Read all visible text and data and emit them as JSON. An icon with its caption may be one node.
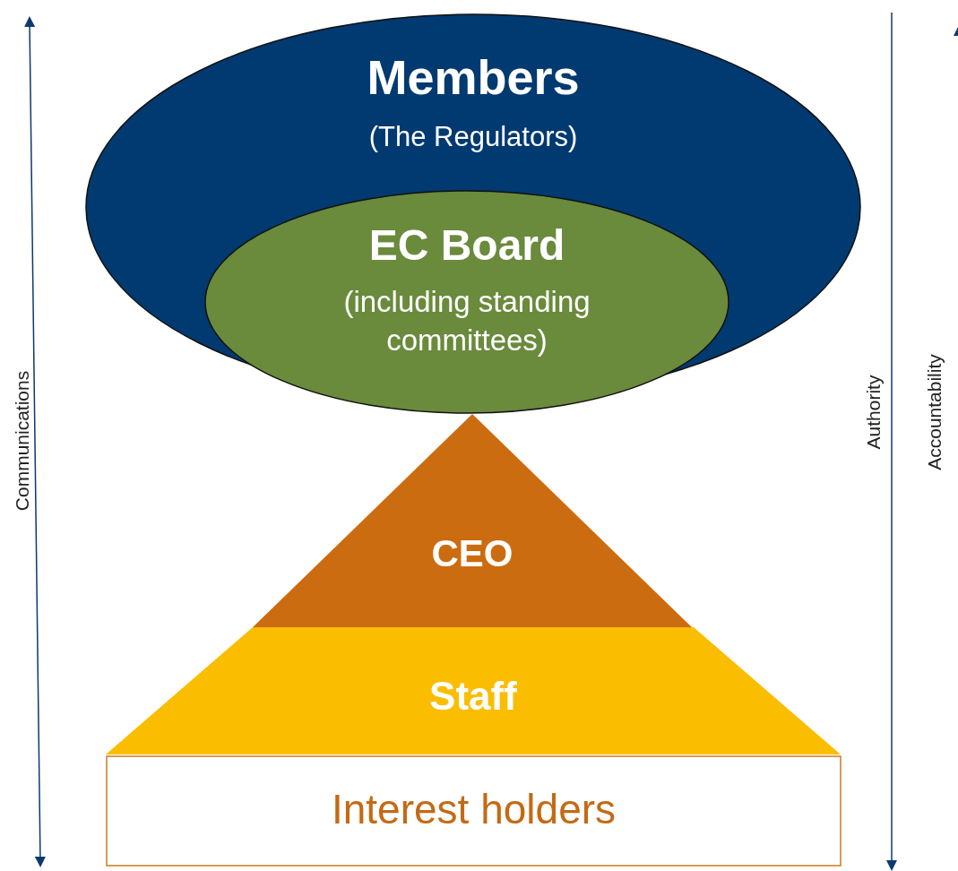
{
  "diagram": {
    "nodes": [
      {
        "text": [
          "Members",
          "(The Regulators)"
        ]
      },
      {
        "text": [
          "EC Board",
          "(including standing committees)"
        ],
        "in": 0
      },
      {
        "text": [
          "CEO"
        ]
      },
      {
        "text": [
          "Staff"
        ]
      },
      {
        "text": [
          "Interest holders"
        ]
      }
    ],
    "labels": [
      "Communications",
      "Authority",
      "Accountability"
    ]
  }
}
